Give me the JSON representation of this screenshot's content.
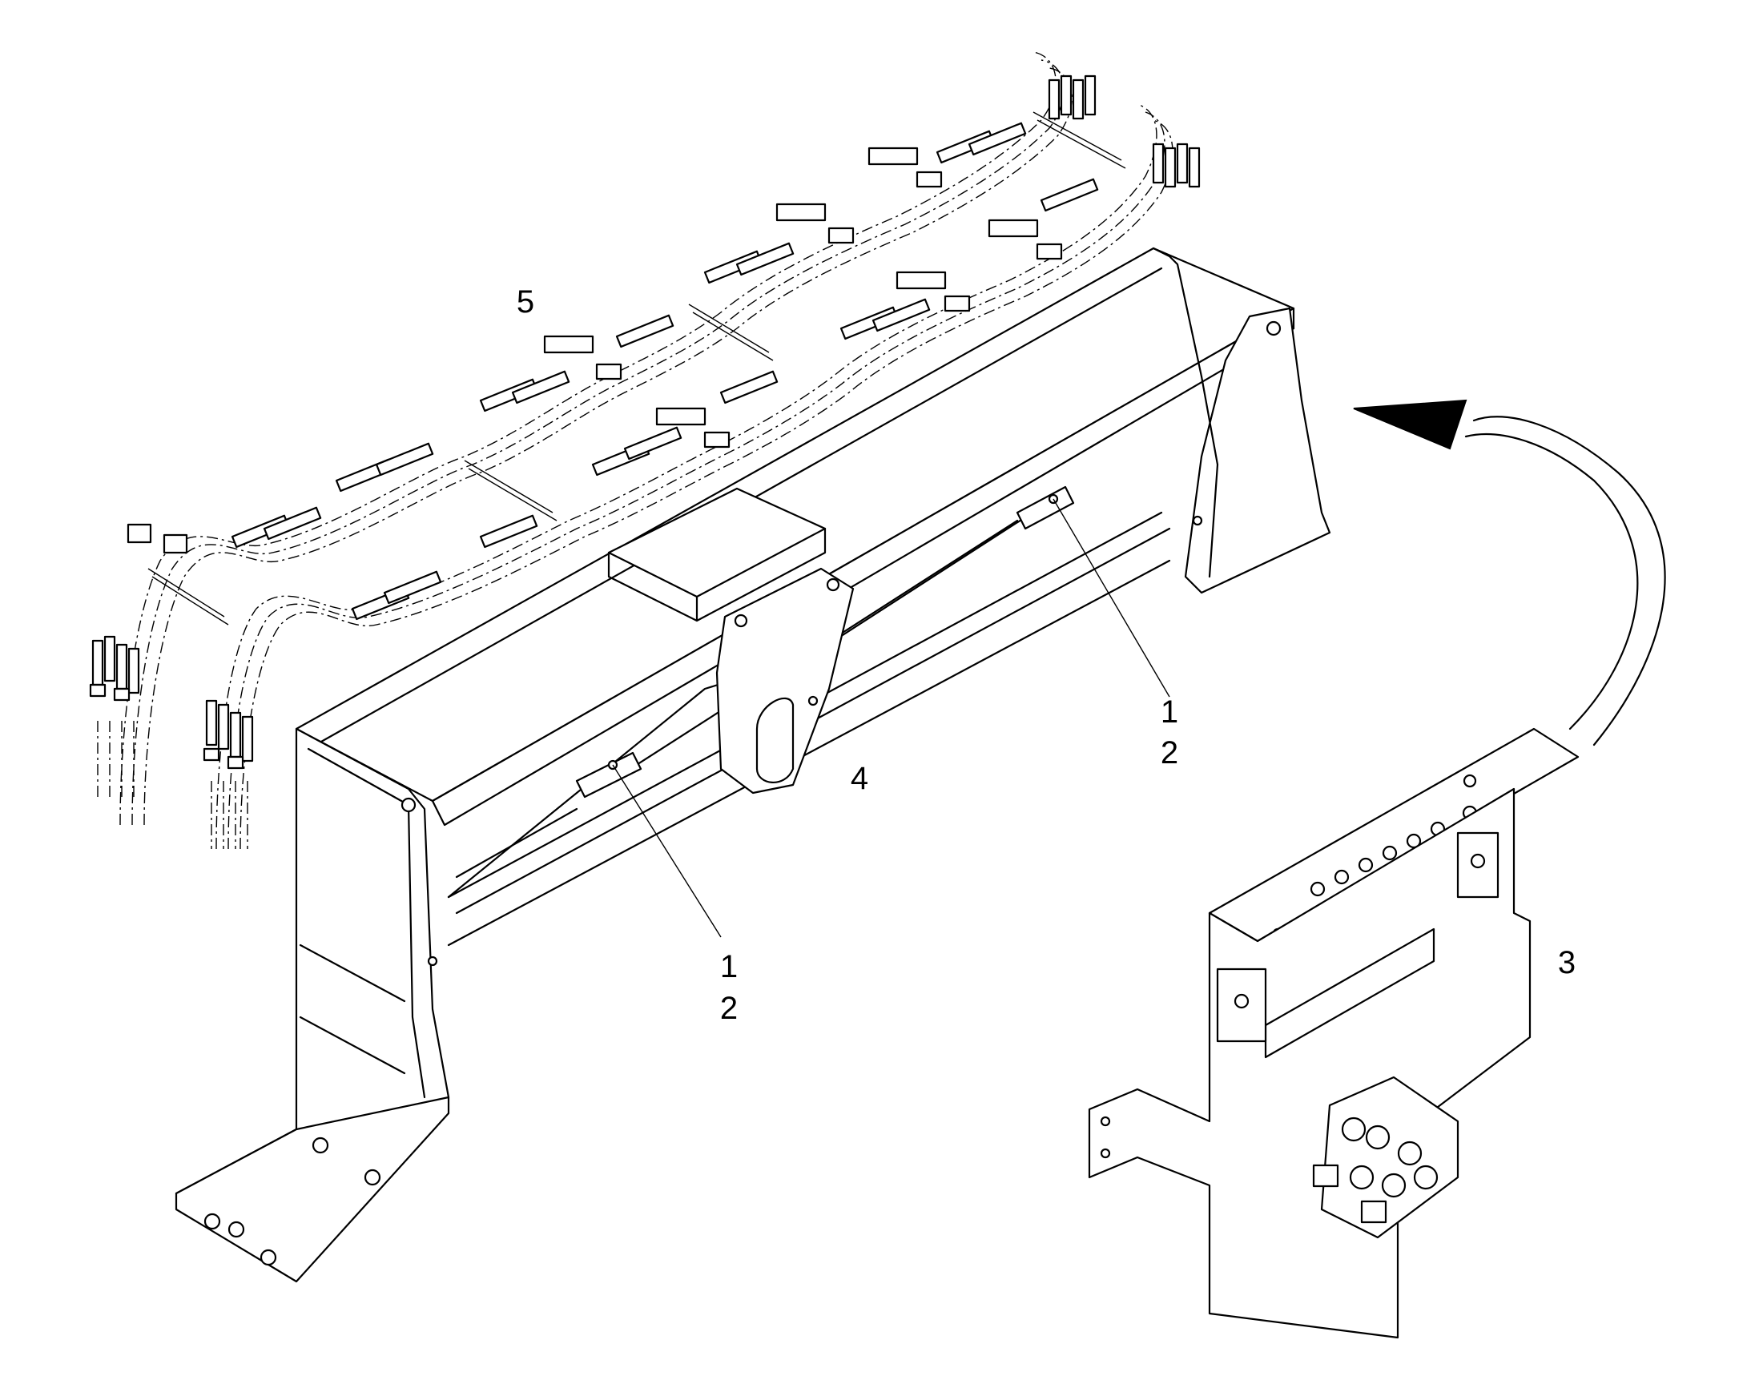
{
  "callouts": [
    {
      "id": "callout-5",
      "text": "5"
    },
    {
      "id": "callout-4",
      "text": "4"
    },
    {
      "id": "callout-3",
      "text": "3"
    },
    {
      "id": "callout-1-right",
      "text": "1"
    },
    {
      "id": "callout-2-right",
      "text": "2"
    },
    {
      "id": "callout-1-left",
      "text": "1"
    },
    {
      "id": "callout-2-left",
      "text": "2"
    }
  ]
}
